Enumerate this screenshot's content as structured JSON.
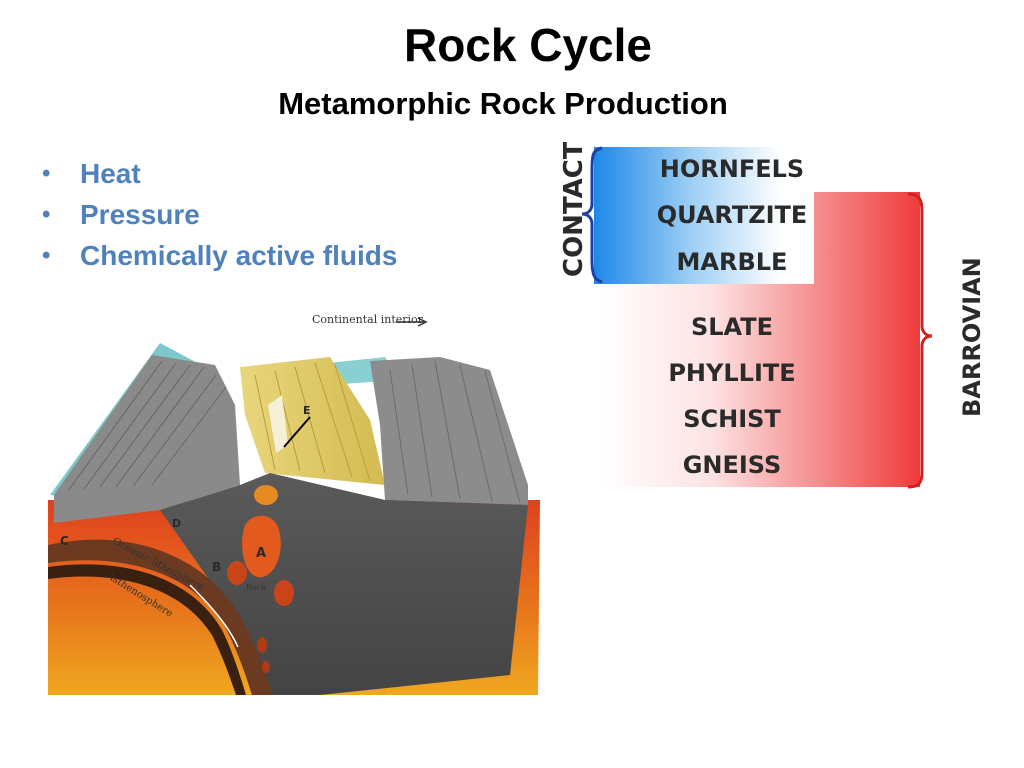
{
  "slide": {
    "title": "Rock Cycle",
    "subtitle": "Metamorphic Rock Production",
    "bullets": [
      "Heat",
      "Pressure",
      "Chemically active fluids"
    ]
  },
  "metamorphism_chart": {
    "contact_label": "CONTACT",
    "barrovian_label": "BARROVIAN",
    "rocks": [
      "HORNFELS",
      "QUARTZITE",
      "MARBLE",
      "SLATE",
      "PHYLLITE",
      "SCHIST",
      "GNEISS"
    ],
    "colors": {
      "contact": "#2f8fe8",
      "barrovian": "#ef3b3b",
      "label_contact": "#1d3fa8",
      "label_barrovian": "#d42020"
    }
  },
  "subduction_diagram": {
    "caption": "Continental interior",
    "labels": {
      "a": "A",
      "b": "B",
      "c": "C",
      "d": "D",
      "e": "E",
      "oceanic": "Oceanic lithosphere",
      "asthenosphere": "Asthenosphere",
      "rock": "Rock"
    }
  }
}
